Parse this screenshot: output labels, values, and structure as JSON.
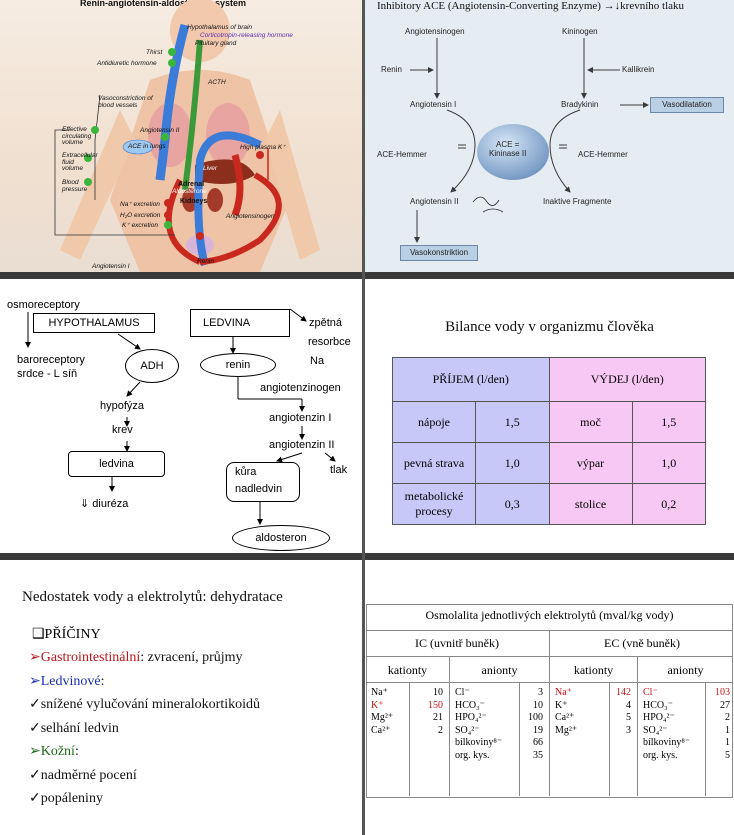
{
  "raas": {
    "title": "Renin-angiotensin-aldosterone system",
    "labels": {
      "hypothalamus": "Hypothalamus of brain",
      "crh": "Corticotropin-releasing hormone",
      "pituitary": "Pituitary gland",
      "thirst": "Thirst",
      "adh": "Antidiuretic hormone",
      "acth": "ACTH",
      "vasoconstriction": "Vasoconstriction of blood vessels",
      "effective_volume": "Effective circulating volume",
      "ecf": "Extracellular fluid volume",
      "bp": "Blood pressure",
      "ace_lungs": "ACE in lungs",
      "angiotensin2": "Angiotensin II",
      "high_k": "High plasma K⁺",
      "liver": "Liver",
      "adrenal": "Adrenal",
      "aldosterone": "Aldosterone",
      "kidneys": "Kidneys",
      "na_exc": "Na⁺ excretion",
      "h2o_exc": "H₂O excretion",
      "k_exc": "K⁺ excretion",
      "angiotensinogen": "Angiotensinogen",
      "renin": "Renin",
      "angiotensin1": "Angiotensin I"
    }
  },
  "ace": {
    "title": "Inhibitory ACE (Angiotensin-Converting Enzyme) →↓krevního tlaku",
    "angiotensinogen": "Angiotensinogen",
    "kininogen": "Kininogen",
    "renin": "Renin",
    "kallikrein": "Kallikrein",
    "angiotensin1": "Angiotensin I",
    "bradykinin": "Bradykinin",
    "vasodilatation": "Vasodilatation",
    "ace_center": "ACE =\nKininase II",
    "ace_hemmer_left": "ACE-Hemmer",
    "ace_hemmer_right": "ACE-Hemmer",
    "angiotensin2": "Angiotensin II",
    "inactive": "Inaktive Fragmente",
    "vasokonstriktion": "Vasokonstriktion"
  },
  "flow": {
    "osmoreceptory": "osmoreceptory",
    "hypothalamus": "HYPOTHALAMUS",
    "baroreceptory": "baroreceptory",
    "srdce": "srdce - L síň",
    "adh": "ADH",
    "hypofyza": "hypofýza",
    "krev": "krev",
    "ledvina": "ledvina",
    "diureza": "⇓ diuréza",
    "ledviny_box": "LEDVINA",
    "zpetna": "zpětná",
    "resorbce": "resorbce",
    "na": "Na",
    "renin": "renin",
    "angiotenzinogen": "angiotenzinogen",
    "angiotenzin1": "angiotenzin I",
    "angiotenzin2": "angiotenzin II",
    "tlak": "tlak",
    "kura": "kůra",
    "nadledvin": "nadledvin",
    "aldosteron": "aldosteron"
  },
  "water": {
    "title": "Bilance vody v organizmu člověka",
    "headers": [
      "PŘÍJEM (l/den)",
      "VÝDEJ (l/den)"
    ],
    "rows": [
      [
        "nápoje",
        "1,5",
        "moč",
        "1,5"
      ],
      [
        "pevná strava",
        "1,0",
        "výpar",
        "1,0"
      ],
      [
        "metabolické procesy",
        "0,3",
        "stolice",
        "0,2"
      ]
    ],
    "colors": {
      "intake": "#c8c8f8",
      "output": "#f8c8f4"
    }
  },
  "dehyd": {
    "title": "Nedostatek vody a elektrolytů: dehydratace",
    "causes": "❑PŘÍČINY",
    "items": [
      {
        "bullet": "➢",
        "label": "Gastrointestinální",
        "rest": ": zvracení, průjmy",
        "color": "#c0141b"
      },
      {
        "bullet": "➢",
        "label": "Ledvinové",
        "rest": ":",
        "color": "#1b2fb0"
      },
      {
        "bullet": "✓",
        "label": "snížené vylučování mineralokortikoidů",
        "rest": "",
        "color": "#111"
      },
      {
        "bullet": "✓",
        "label": "selhání ledvin",
        "rest": "",
        "color": "#111"
      },
      {
        "bullet": "➢",
        "label": "Kožní",
        "rest": ":",
        "color": "#1b6b1b"
      },
      {
        "bullet": "✓",
        "label": "nadměrné pocení",
        "rest": "",
        "color": "#111"
      },
      {
        "bullet": "✓",
        "label": "popáleniny",
        "rest": "",
        "color": "#111"
      }
    ]
  },
  "osm": {
    "title": "Osmolalita jednotlivých elektrolytů (mval/kg vody)",
    "ic": "IC (uvnitř buněk)",
    "ec": "EC (vně buněk)",
    "kationty": "kationty",
    "anionty": "anionty",
    "ic_cat": [
      [
        "Na⁺",
        "10"
      ],
      [
        "K⁺",
        "150"
      ],
      [
        "Mg²⁺",
        "21"
      ],
      [
        "Ca²⁺",
        "2"
      ]
    ],
    "ic_an": [
      [
        "Cl⁻",
        "3"
      ],
      [
        "HCO₃⁻",
        "10"
      ],
      [
        "HPO₄²⁻",
        "100"
      ],
      [
        "SO₄²⁻",
        "19"
      ],
      [
        "bílkoviny⁸⁻",
        "66"
      ],
      [
        "org. kys.",
        "35"
      ]
    ],
    "ec_cat": [
      [
        "Na⁺",
        "142"
      ],
      [
        "K⁺",
        "4"
      ],
      [
        "Ca²⁺",
        "5"
      ],
      [
        "Mg²⁺",
        "3"
      ]
    ],
    "ec_an": [
      [
        "Cl⁻",
        "103"
      ],
      [
        "HCO₃⁻",
        "27"
      ],
      [
        "HPO₄²⁻",
        "2"
      ],
      [
        "SO₄²⁻",
        "1"
      ],
      [
        "bílkoviny⁸⁻",
        "1"
      ],
      [
        "org. kys.",
        "5"
      ]
    ],
    "highlight": "#d01010"
  }
}
